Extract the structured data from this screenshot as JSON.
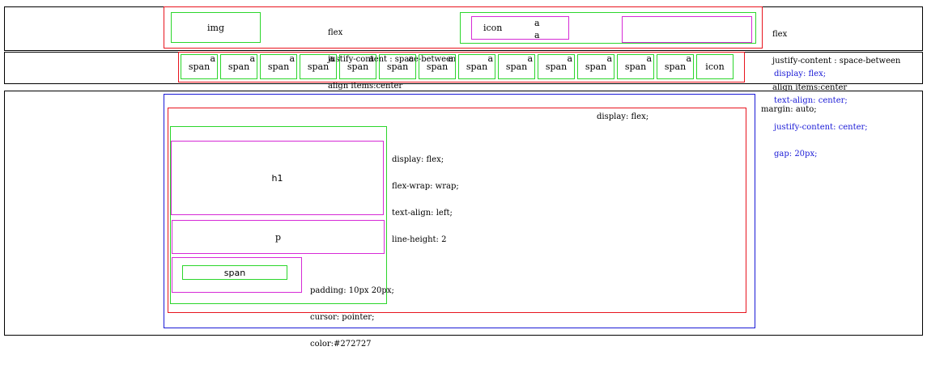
{
  "colors": {
    "frame": "#000000",
    "red_box": "#e8141e",
    "green_box": "#2bd62b",
    "magenta_box": "#d62bd6",
    "blue_box": "#1a1ad6",
    "blue_text": "#1a1ad6"
  },
  "header": {
    "img_label": "img",
    "center_note": [
      "flex",
      "justify-content : space-between",
      "align items:center"
    ],
    "icon_label": "icon",
    "icon_links": [
      "a",
      "a"
    ],
    "right_note": [
      "flex",
      "justify-content : space-between",
      "align items:center"
    ]
  },
  "nav": {
    "items": [
      {
        "label": "span",
        "sup": "a"
      },
      {
        "label": "span",
        "sup": "a"
      },
      {
        "label": "span",
        "sup": "a"
      },
      {
        "label": "span",
        "sup": "a"
      },
      {
        "label": "span",
        "sup": "a"
      },
      {
        "label": "span",
        "sup": "a"
      },
      {
        "label": "span",
        "sup": "a"
      },
      {
        "label": "span",
        "sup": "a"
      },
      {
        "label": "span",
        "sup": "a"
      },
      {
        "label": "span",
        "sup": "a"
      },
      {
        "label": "span",
        "sup": "a"
      },
      {
        "label": "span",
        "sup": "a"
      },
      {
        "label": "span",
        "sup": "a"
      },
      {
        "label": "icon",
        "sup": ""
      }
    ],
    "note": [
      "display: flex;",
      "text-align: center;",
      "justify-content: center;",
      "gap: 20px;"
    ]
  },
  "main": {
    "margin_note": "margin: auto;",
    "flex_note": "display: flex;",
    "h1_label": "h1",
    "p_label": "p",
    "span_label": "span",
    "column_note": [
      "display: flex;",
      "flex-wrap: wrap;",
      "text-align: left;",
      "line-height: 2"
    ],
    "button_note": [
      "padding: 10px 20px;",
      "cursor: pointer;",
      "color:#272727"
    ]
  }
}
